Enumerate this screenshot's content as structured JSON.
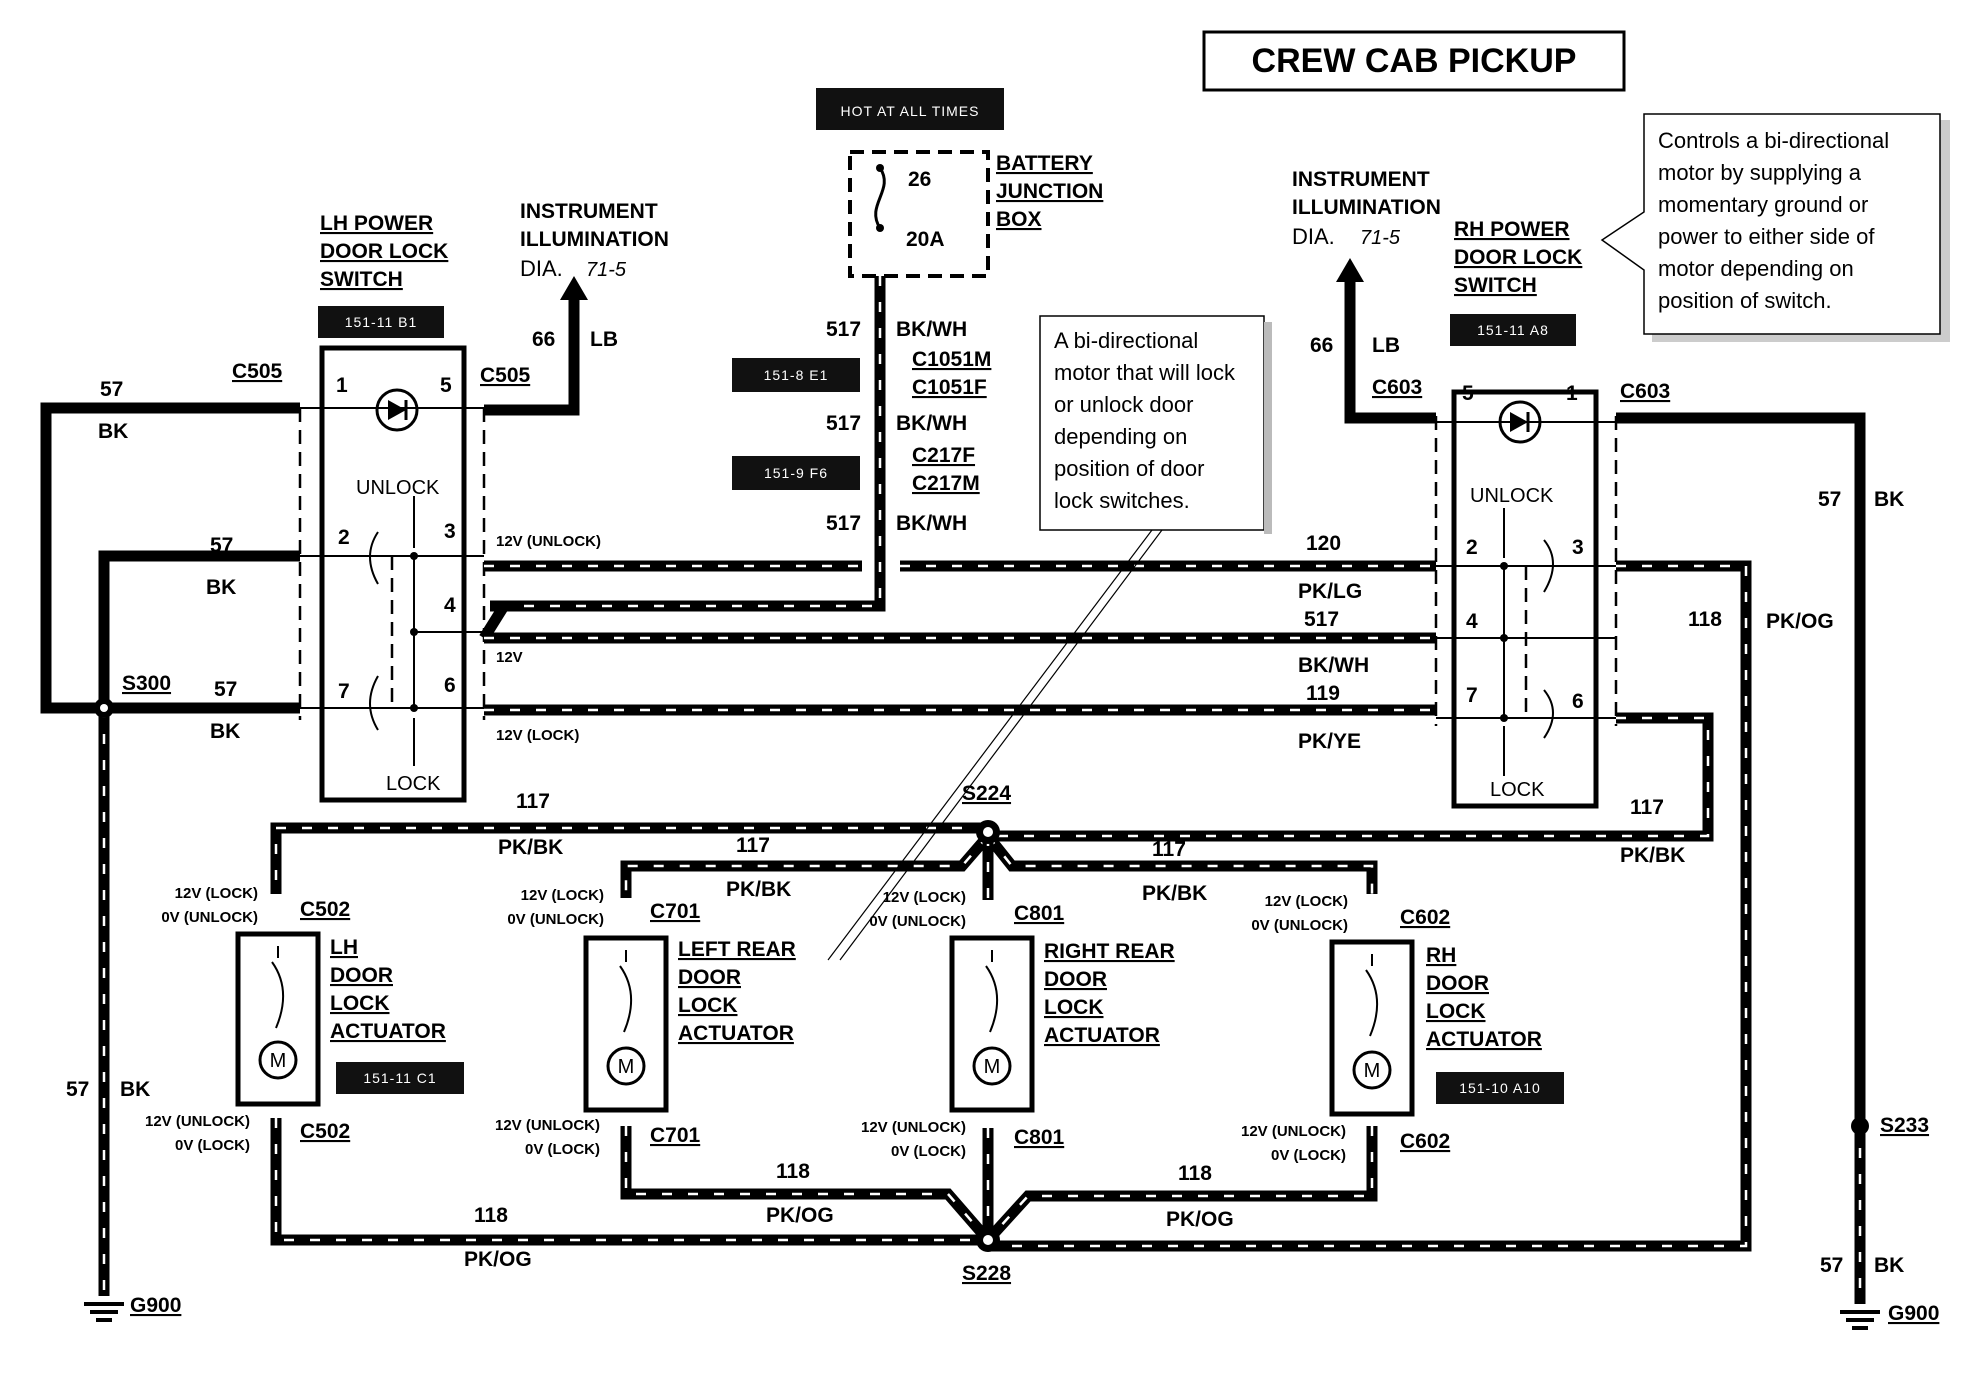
{
  "title": "CREW CAB PICKUP",
  "hot_tag": "HOT AT ALL TIMES",
  "battery_box": {
    "lines": [
      "BATTERY",
      "JUNCTION",
      "BOX"
    ],
    "fuse_number": "26",
    "fuse_rating": "20A"
  },
  "lh_switch": {
    "lines": [
      "LH POWER",
      "DOOR LOCK",
      "SWITCH"
    ],
    "ref": "151-11 B1",
    "unlock": "UNLOCK",
    "lock": "LOCK",
    "pins": [
      "1",
      "5",
      "2",
      "3",
      "4",
      "7",
      "6"
    ],
    "connector": "C505"
  },
  "rh_switch": {
    "lines": [
      "RH POWER",
      "DOOR LOCK",
      "SWITCH"
    ],
    "ref": "151-11 A8",
    "unlock": "UNLOCK",
    "lock": "LOCK",
    "pins": [
      "5",
      "1",
      "2",
      "3",
      "4",
      "7",
      "6"
    ],
    "connector": "C603"
  },
  "instrument_left": {
    "lines": [
      "INSTRUMENT",
      "ILLUMINATION"
    ],
    "dia": "DIA.",
    "ref": "71-5",
    "circuit": "66",
    "color": "LB"
  },
  "instrument_right": {
    "lines": [
      "INSTRUMENT",
      "ILLUMINATION"
    ],
    "dia": "DIA.",
    "ref": "71-5",
    "circuit": "66",
    "color": "LB"
  },
  "note_left": "A bi-directional motor that will lock or unlock door depending on position of door lock switches.",
  "note_left_lines": [
    "A bi-directional",
    "motor that will lock",
    "or unlock door",
    "depending on",
    "position of door",
    "lock switches."
  ],
  "note_right_lines": [
    "Controls a bi-directional",
    "motor by supplying a",
    "momentary ground or",
    "power to either side of",
    "motor depending on",
    "position of switch."
  ],
  "feed": {
    "circuit": "517",
    "color": "BK/WH",
    "c1": "C1051M",
    "c2": "C1051F",
    "c3": "C217F",
    "c4": "C217M",
    "ref1": "151-8 E1",
    "ref2": "151-9 F6"
  },
  "wires": {
    "w57": "57",
    "bk": "BK",
    "w120": "120",
    "pklg": "PK/LG",
    "w517": "517",
    "bkwh": "BK/WH",
    "w119": "119",
    "pkye": "PK/YE",
    "w117": "117",
    "pkbk": "PK/BK",
    "w118": "118",
    "pkog": "PK/OG",
    "v_unlock": "12V (UNLOCK)",
    "v_12": "12V",
    "v_lock": "12V (LOCK)"
  },
  "splices": {
    "s300": "S300",
    "s224": "S224",
    "s228": "S228",
    "s233": "S233"
  },
  "grounds": {
    "left": "G900",
    "right": "G900"
  },
  "actuators": [
    {
      "lines": [
        "LH",
        "DOOR",
        "LOCK",
        "ACTUATOR"
      ],
      "connector": "C502",
      "ref": "151-11 C1"
    },
    {
      "lines": [
        "LEFT REAR",
        "DOOR",
        "LOCK",
        "ACTUATOR"
      ],
      "connector": "C701",
      "ref": ""
    },
    {
      "lines": [
        "RIGHT REAR",
        "DOOR",
        "LOCK",
        "ACTUATOR"
      ],
      "connector": "C801",
      "ref": ""
    },
    {
      "lines": [
        "RH",
        "DOOR",
        "LOCK",
        "ACTUATOR"
      ],
      "connector": "C602",
      "ref": "151-10 A10"
    }
  ],
  "actuator_top_v": [
    "12V (LOCK)",
    "0V (UNLOCK)"
  ],
  "actuator_bot_v": [
    "12V (UNLOCK)",
    "0V (LOCK)"
  ],
  "motor_symbol": "M"
}
